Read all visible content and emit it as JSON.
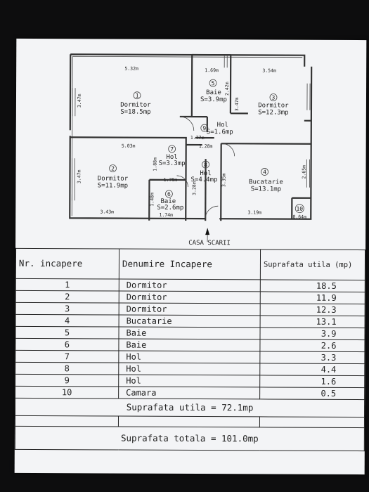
{
  "plan": {
    "rooms": [
      {
        "num": "1",
        "name": "Dormitor",
        "area": "S=18.5mp"
      },
      {
        "num": "2",
        "name": "Dormitor",
        "area": "S=11.9mp"
      },
      {
        "num": "3",
        "name": "Dormitor",
        "area": "S=12.3mp"
      },
      {
        "num": "4",
        "name": "Bucatarie",
        "area": "S=13.1mp"
      },
      {
        "num": "5",
        "name": "Baie",
        "area": "S=3.9mp"
      },
      {
        "num": "6",
        "name": "Baie",
        "area": "S=2.6mp"
      },
      {
        "num": "7",
        "name": "Hol",
        "area": "S=3.3mp"
      },
      {
        "num": "8",
        "name": "Hol",
        "area": "S=4.4mp"
      },
      {
        "num": "9",
        "name": "Hol",
        "area": "S=1.6mp"
      },
      {
        "num": "10",
        "name": "",
        "area": ""
      }
    ],
    "dims": [
      "5.32m",
      "1.69m",
      "3.54m",
      "3.47m",
      "2.42m",
      "3.47m",
      "1.77m",
      "1.28m",
      "5.03m",
      "1.88m",
      "3.47m",
      "1.79m",
      "3.28m",
      "3.35m",
      "2.65m",
      "1.48m",
      "3.43m",
      "1.74m",
      "3.19m",
      "0.64m"
    ],
    "entrance": "CASA SCARII"
  },
  "table": {
    "headers": [
      "Nr. incapere",
      "Denumire Incapere",
      "Suprafata utila (mp)"
    ],
    "rows": [
      [
        "1",
        "Dormitor",
        "18.5"
      ],
      [
        "2",
        "Dormitor",
        "11.9"
      ],
      [
        "3",
        "Dormitor",
        "12.3"
      ],
      [
        "4",
        "Bucatarie",
        "13.1"
      ],
      [
        "5",
        "Baie",
        "3.9"
      ],
      [
        "6",
        "Baie",
        "2.6"
      ],
      [
        "7",
        "Hol",
        "3.3"
      ],
      [
        "8",
        "Hol",
        "4.4"
      ],
      [
        "9",
        "Hol",
        "1.6"
      ],
      [
        "10",
        "Camara",
        "0.5"
      ]
    ],
    "useful_area": "Suprafata utila = 72.1mp",
    "total_area": "Suprafata totala = 101.0mp"
  }
}
